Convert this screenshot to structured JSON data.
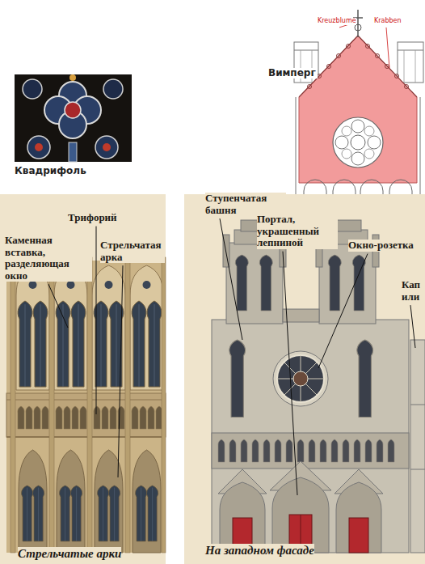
{
  "diagram": {
    "labels": [
      "Квадрифоль",
      "Вимперг",
      "Kreuzblume",
      "Krabben",
      "Трифорий",
      "Каменная вставка, разделяющая окно",
      "Стрельчатая арка",
      "Ступенчатая башня",
      "Портал, украшенный лепниной",
      "Окно-розетка",
      "Кап или",
      "Стрельчатые арки",
      "На западном фасаде"
    ]
  }
}
